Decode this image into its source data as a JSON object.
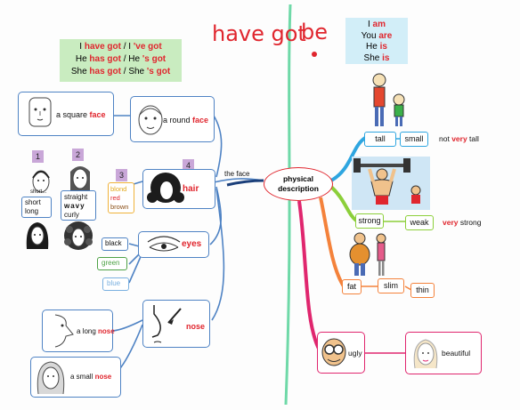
{
  "header": {
    "have_got": "have got",
    "be": "be"
  },
  "have_got_box": {
    "lines": [
      {
        "p1": "I ",
        "v1": "have got",
        "p2": " / I ",
        "v2": "'ve got"
      },
      {
        "p1": "He ",
        "v1": "has got",
        "p2": " / He ",
        "v2": "'s got"
      },
      {
        "p1": "She ",
        "v1": "has got",
        "p2": " / She ",
        "v2": "'s got"
      }
    ]
  },
  "be_box": {
    "lines": [
      {
        "p": "I ",
        "v": "am"
      },
      {
        "p": "You ",
        "v": "are"
      },
      {
        "p": "He ",
        "v": "is"
      },
      {
        "p": "She ",
        "v": "is"
      }
    ]
  },
  "center": {
    "node": "physical description",
    "branch": "the face"
  },
  "face": {
    "square": {
      "prefix": "a square ",
      "word": "face"
    },
    "round": {
      "prefix": "a round ",
      "word": "face"
    }
  },
  "hair": {
    "label": "hair",
    "numbers": [
      "1",
      "2",
      "3",
      "4"
    ],
    "short_caption": "short...",
    "length_options": [
      "short",
      "long"
    ],
    "texture_options": [
      "straight",
      "wavy",
      "curly"
    ],
    "colour_options": [
      "blond",
      "red",
      "brown"
    ]
  },
  "eyes": {
    "label": "eyes",
    "colors": [
      "black",
      "green",
      "blue"
    ]
  },
  "nose": {
    "label": "nose",
    "long": {
      "prefix": "a long ",
      "word": "nose"
    },
    "small": {
      "prefix": "a small ",
      "word": "nose"
    }
  },
  "body": {
    "tall": "tall",
    "small": "small",
    "not_very_tall": {
      "p1": "not ",
      "v": "very",
      "p2": " tall"
    },
    "strong": "strong",
    "weak": "weak",
    "very_strong": {
      "v": "very",
      "p2": " strong"
    },
    "fat": "fat",
    "slim": "slim",
    "thin": "thin",
    "ugly": "ugly",
    "beautiful": "beautiful"
  },
  "colors": {
    "red": "#e0262e",
    "blue_border": "#4f83c4",
    "green_box": "#c9ecc0",
    "cyan_box": "#d2eef8",
    "divider": "#6fd9a8"
  }
}
